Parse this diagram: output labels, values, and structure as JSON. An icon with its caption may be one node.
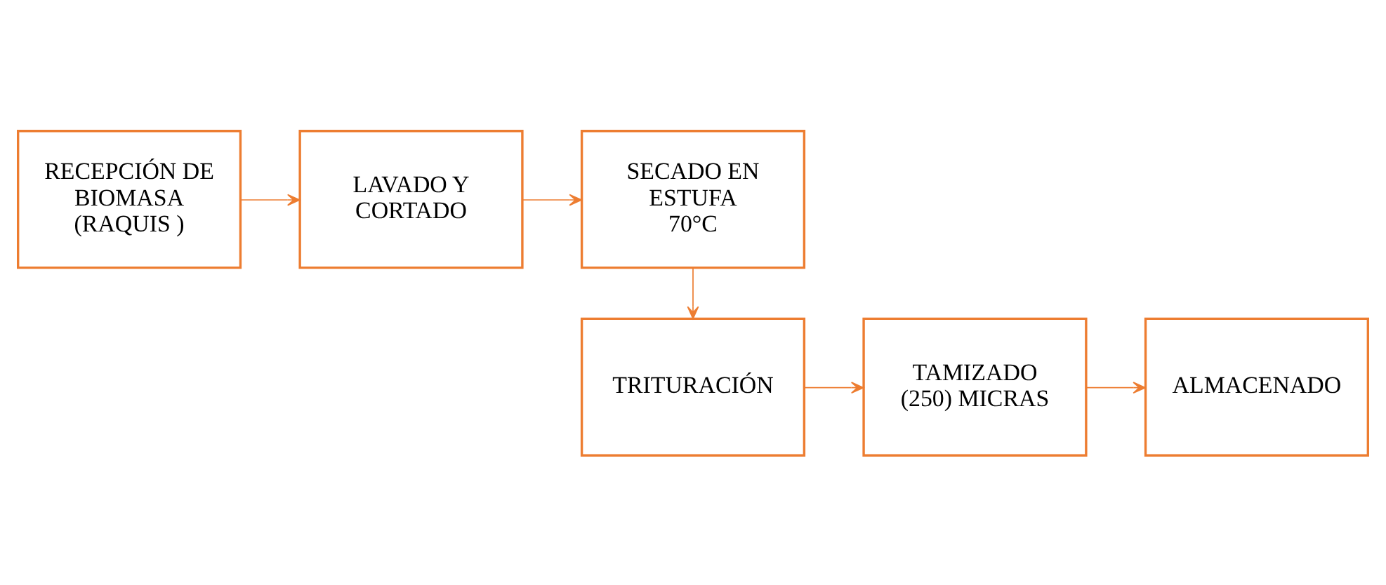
{
  "diagram": {
    "nodes": [
      {
        "text": [
          "RECEPCIÓN DE BIOMASA",
          "(RAQUIS )"
        ]
      },
      {
        "text": [
          "LAVADO Y CORTADO"
        ]
      },
      {
        "text": [
          "SECADO EN ESTUFA",
          "70°C"
        ]
      },
      {
        "text": [
          "TRITURACIÓN"
        ]
      },
      {
        "text": [
          "TAMIZADO",
          "(250) MICRAS"
        ]
      },
      {
        "text": [
          "ALMACENADO"
        ]
      }
    ],
    "edges": [
      {
        "from": 0,
        "to": 1,
        "arrow": "to"
      },
      {
        "from": 1,
        "to": 2,
        "arrow": "to"
      },
      {
        "from": 2,
        "to": 3,
        "arrow": "to"
      },
      {
        "from": 3,
        "to": 4,
        "arrow": "to"
      },
      {
        "from": 4,
        "to": 5,
        "arrow": "to"
      }
    ]
  }
}
